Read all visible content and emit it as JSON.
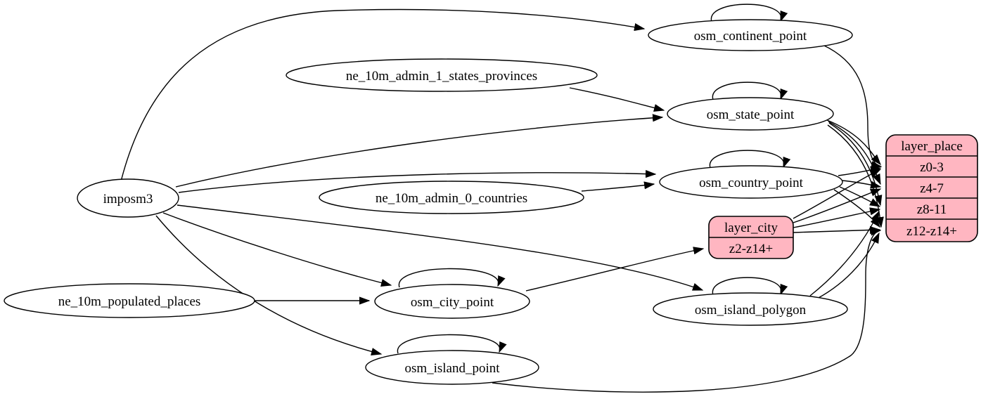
{
  "nodes": {
    "imposm3": "imposm3",
    "ne_admin1": "ne_10m_admin_1_states_provinces",
    "ne_admin0": "ne_10m_admin_0_countries",
    "ne_popplaces": "ne_10m_populated_places",
    "continent": "osm_continent_point",
    "state": "osm_state_point",
    "country": "osm_country_point",
    "city": "osm_city_point",
    "island_polygon": "osm_island_polygon",
    "island_point": "osm_island_point"
  },
  "records": {
    "layer_city": {
      "title": "layer_city",
      "rows": [
        "z2-z14+"
      ]
    },
    "layer_place": {
      "title": "layer_place",
      "rows": [
        "z0-3",
        "z4-7",
        "z8-11",
        "z12-z14+"
      ]
    }
  },
  "colors": {
    "record_fill": "#ffb6c1",
    "node_fill": "#ffffff",
    "stroke": "#000000"
  },
  "edges": [
    {
      "from": "imposm3",
      "to": "osm_continent_point"
    },
    {
      "from": "imposm3",
      "to": "osm_state_point"
    },
    {
      "from": "imposm3",
      "to": "osm_country_point"
    },
    {
      "from": "imposm3",
      "to": "osm_city_point"
    },
    {
      "from": "imposm3",
      "to": "osm_island_polygon"
    },
    {
      "from": "imposm3",
      "to": "osm_island_point"
    },
    {
      "from": "ne_10m_admin_1_states_provinces",
      "to": "osm_state_point"
    },
    {
      "from": "ne_10m_admin_0_countries",
      "to": "osm_country_point"
    },
    {
      "from": "ne_10m_populated_places",
      "to": "osm_city_point"
    },
    {
      "from": "osm_continent_point",
      "to": "osm_continent_point"
    },
    {
      "from": "osm_state_point",
      "to": "osm_state_point"
    },
    {
      "from": "osm_country_point",
      "to": "osm_country_point"
    },
    {
      "from": "osm_city_point",
      "to": "osm_city_point"
    },
    {
      "from": "osm_island_polygon",
      "to": "osm_island_polygon"
    },
    {
      "from": "osm_island_point",
      "to": "osm_island_point"
    },
    {
      "from": "osm_city_point",
      "to": "layer_city:z2-z14+"
    },
    {
      "from": "osm_continent_point",
      "to": "layer_place:z0-3"
    },
    {
      "from": "osm_state_point",
      "to": "layer_place:z0-3"
    },
    {
      "from": "osm_state_point",
      "to": "layer_place:z4-7"
    },
    {
      "from": "osm_state_point",
      "to": "layer_place:z8-11"
    },
    {
      "from": "osm_state_point",
      "to": "layer_place:z12-z14+"
    },
    {
      "from": "osm_country_point",
      "to": "layer_place:z0-3"
    },
    {
      "from": "osm_country_point",
      "to": "layer_place:z4-7"
    },
    {
      "from": "osm_country_point",
      "to": "layer_place:z8-11"
    },
    {
      "from": "osm_country_point",
      "to": "layer_place:z12-z14+"
    },
    {
      "from": "layer_city",
      "to": "layer_place:z0-3"
    },
    {
      "from": "layer_city",
      "to": "layer_place:z4-7"
    },
    {
      "from": "layer_city",
      "to": "layer_place:z8-11"
    },
    {
      "from": "layer_city",
      "to": "layer_place:z12-z14+"
    },
    {
      "from": "osm_island_polygon",
      "to": "layer_place:z8-11"
    },
    {
      "from": "osm_island_polygon",
      "to": "layer_place:z12-z14+"
    },
    {
      "from": "osm_island_point",
      "to": "layer_place:z12-z14+"
    }
  ]
}
